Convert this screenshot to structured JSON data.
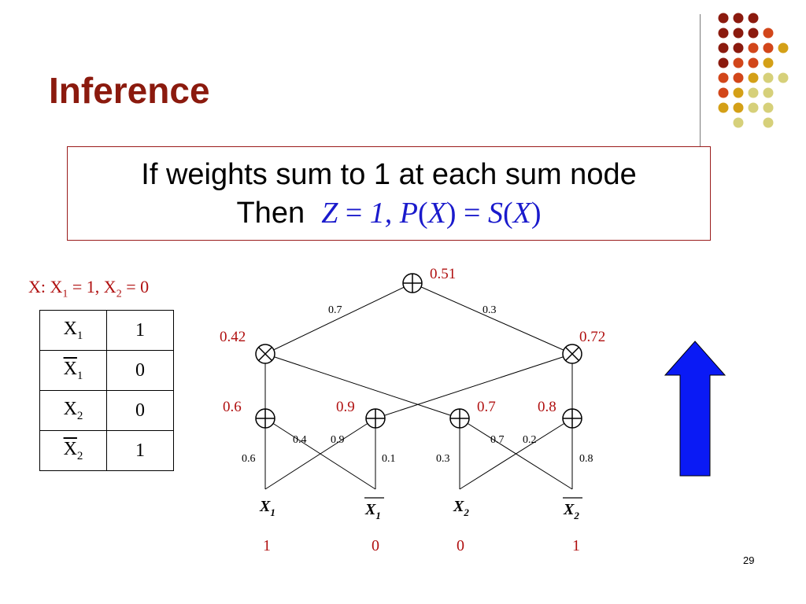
{
  "slide": {
    "title": "Inference",
    "page_number": "29"
  },
  "box": {
    "line1": "If weights sum to 1 at each sum node",
    "line2_prefix": "Then",
    "z_lhs": "Z",
    "z_rhs": "1,",
    "p": "P",
    "s": "S",
    "x": "X"
  },
  "evidence": {
    "prefix": "X: X",
    "sub1": "1",
    "mid": " = 1, X",
    "sub2": "2",
    "suffix": " = 0"
  },
  "truth_table": [
    {
      "var": "X",
      "sub": "1",
      "negated": false,
      "value": "1"
    },
    {
      "var": "X",
      "sub": "1",
      "negated": true,
      "value": "0"
    },
    {
      "var": "X",
      "sub": "2",
      "negated": false,
      "value": "0"
    },
    {
      "var": "X",
      "sub": "2",
      "negated": true,
      "value": "1"
    }
  ],
  "node_values": {
    "root": "0.51",
    "prod_left": "0.42",
    "prod_right": "0.72",
    "sum1": "0.6",
    "sum2": "0.9",
    "sum3": "0.7",
    "sum4": "0.8"
  },
  "edge_weights": {
    "root_left": "0.7",
    "root_right": "0.3",
    "s1_x1": "0.6",
    "s1_nx1": "0.4",
    "s2_x1": "0.9",
    "s2_nx1": "0.1",
    "s3_x2": "0.3",
    "s3_nx2": "0.7",
    "s4_x2": "0.2",
    "s4_nx2": "0.8"
  },
  "leaves": {
    "x1_var": "X",
    "x1_sub": "1",
    "x1_val": "1",
    "nx1_var": "X",
    "nx1_sub": "1",
    "nx1_val": "0",
    "x2_var": "X",
    "x2_sub": "2",
    "x2_val": "0",
    "nx2_var": "X",
    "nx2_sub": "2",
    "nx2_val": "1"
  },
  "colors": {
    "title": "#8b1a0e",
    "value_red": "#b01010",
    "math_blue": "#1a1acc",
    "arrow_blue": "#0a1af5",
    "dot_palette": [
      "#8b1a0e",
      "#d2461a",
      "#d4a017",
      "#d6d07a"
    ]
  },
  "icons": {
    "sum_node": "circle-plus-icon",
    "product_node": "circle-times-icon",
    "arrow": "arrow-up-icon"
  }
}
